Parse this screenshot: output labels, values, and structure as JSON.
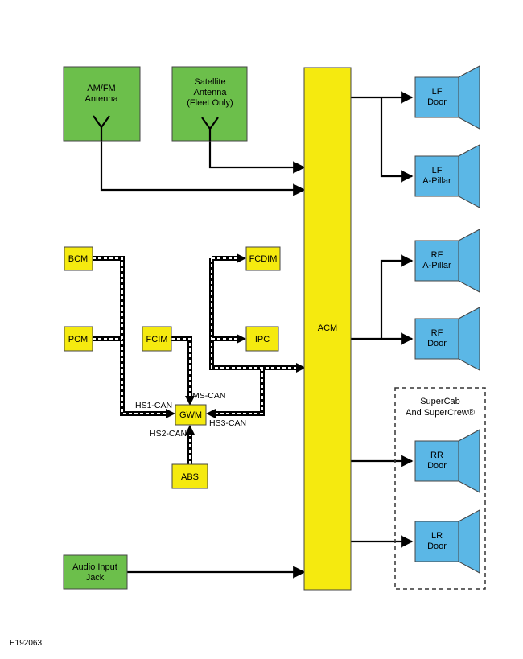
{
  "colors": {
    "antenna_green": "#6cbf4b",
    "module_yellow": "#f5ea0f",
    "speaker_blue": "#5bb7e6",
    "line": "#000000"
  },
  "antennas": {
    "amfm": [
      "AM/FM",
      "Antenna"
    ],
    "satellite": [
      "Satellite",
      "Antenna",
      "(Fleet Only)"
    ]
  },
  "audio_input": [
    "Audio Input",
    "Jack"
  ],
  "modules": {
    "acm": "ACM",
    "bcm": "BCM",
    "pcm": "PCM",
    "fcim": "FCIM",
    "fcdim": "FCDIM",
    "ipc": "IPC",
    "gwm": "GWM",
    "abs": "ABS"
  },
  "speakers": {
    "lf_door": [
      "LF",
      "Door"
    ],
    "lf_apillar": [
      "LF",
      "A-Pillar"
    ],
    "rf_apillar": [
      "RF",
      "A-Pillar"
    ],
    "rf_door": [
      "RF",
      "Door"
    ],
    "rr_door": [
      "RR",
      "Door"
    ],
    "lr_door": [
      "LR",
      "Door"
    ]
  },
  "can_labels": {
    "hs1": "HS1-CAN",
    "ms": "MS-CAN",
    "hs2": "HS2-CAN",
    "hs3": "HS3-CAN"
  },
  "group_label": [
    "SuperCab",
    "And SuperCrew®"
  ],
  "figure_id": "E192063"
}
